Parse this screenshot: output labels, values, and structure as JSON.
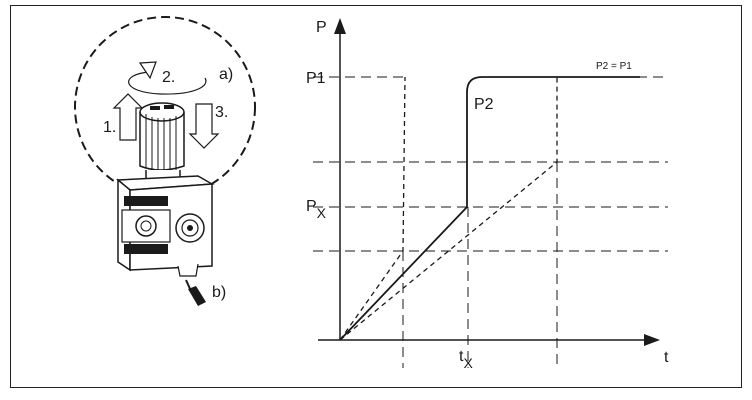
{
  "illustration": {
    "step1": "1.",
    "step2": "2.",
    "step3": "3.",
    "label_a": "a)",
    "label_b": "b)"
  },
  "graph": {
    "y_axis_label": "P",
    "x_axis_label": "t",
    "p1_label": "P1",
    "px_label_main": "P",
    "px_label_sub": "X",
    "tx_label_main": "t",
    "tx_label_sub": "X",
    "curve_label": "P2",
    "equality_label": "P2 = P1"
  },
  "colors": {
    "line": "#1a1a1a",
    "background": "#ffffff"
  }
}
